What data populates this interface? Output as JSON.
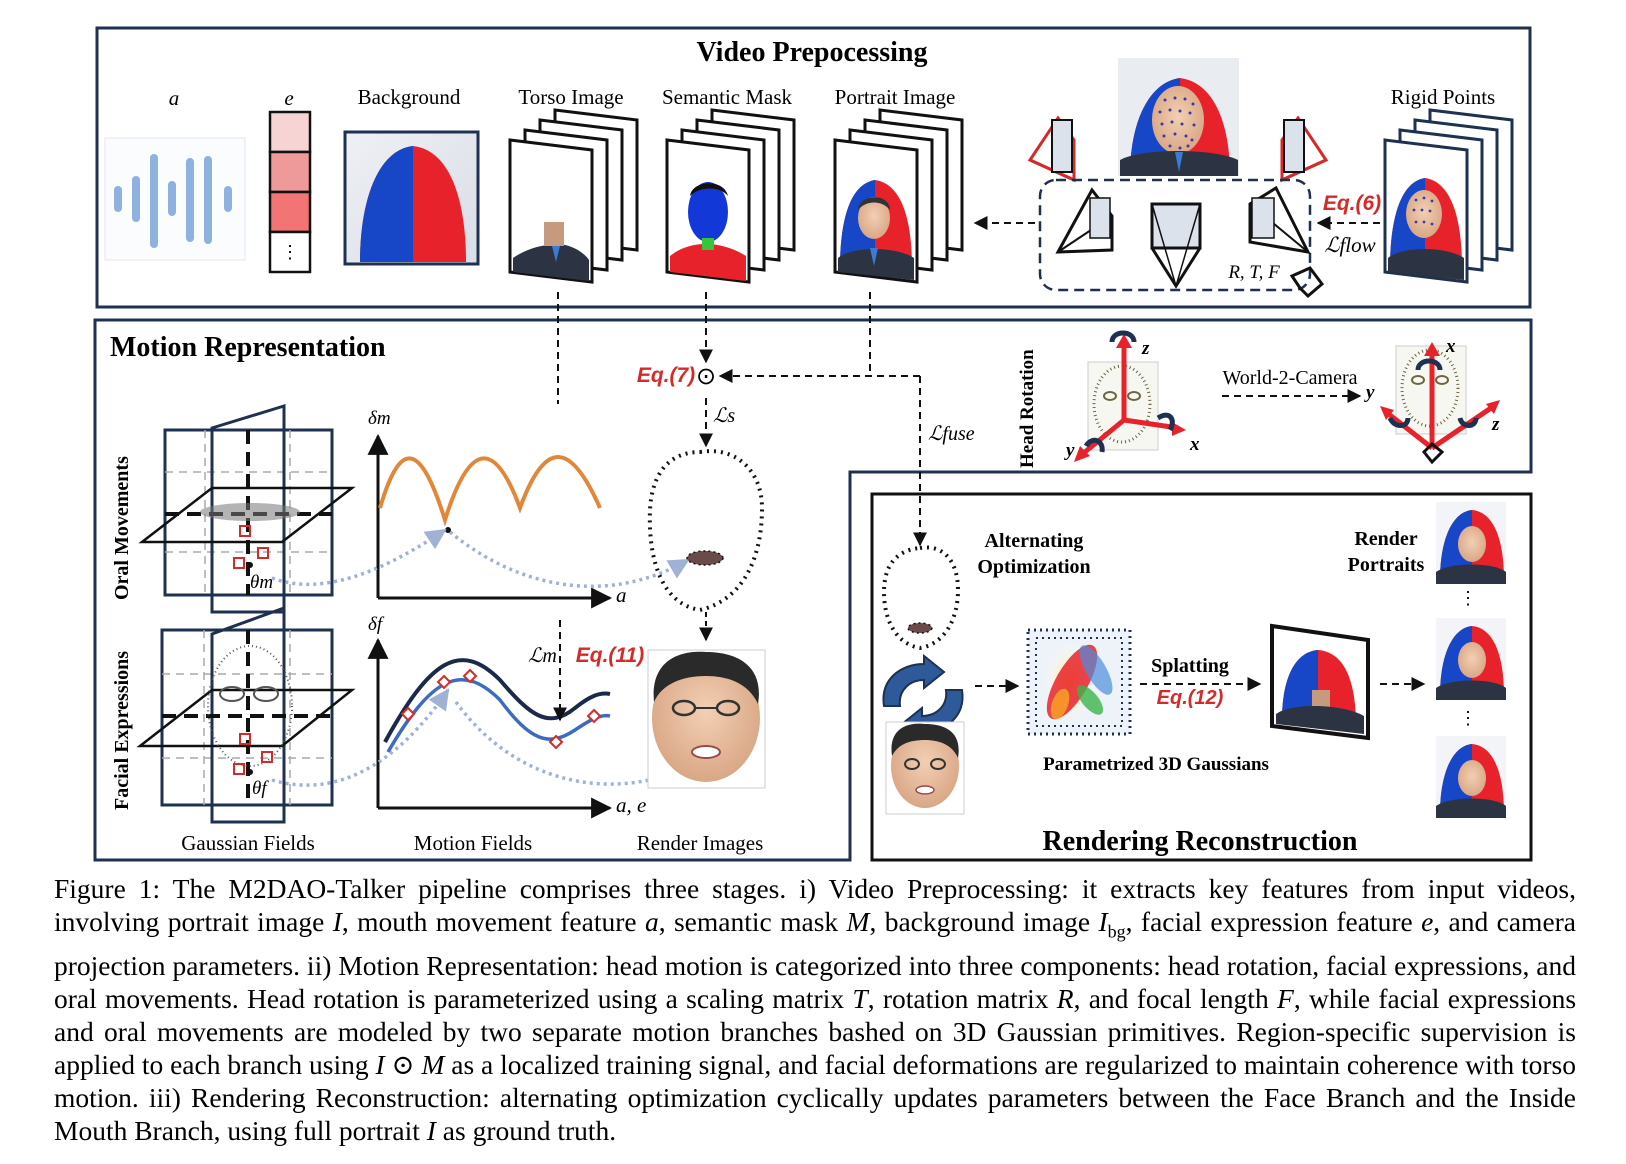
{
  "figure": {
    "video_prepocessing": {
      "title": "Video Prepocessing",
      "labels": {
        "a": "a",
        "e": "e",
        "background": "Background",
        "torso": "Torso Image",
        "semantic_mask": "Semantic Mask",
        "portrait": "Portrait Image",
        "rigid_points": "Rigid Points"
      },
      "embedding_dots": "⋮",
      "eq6": "Eq.(6)",
      "l_flow": "ℒflow",
      "rtf": "R, T, F"
    },
    "motion_representation": {
      "title": "Motion Representation",
      "oral_movements": "Oral Movements",
      "facial_expressions": "Facial Expressions",
      "theta_m": "θm",
      "theta_f": "θf",
      "delta_m": "δm",
      "delta_f": "δf",
      "axis_a": "a",
      "axis_ae": "a, e",
      "eq7": "Eq.(7)",
      "odot": "⊙",
      "l_s": "ℒs",
      "l_fuse": "ℒfuse",
      "l_m": "ℒm",
      "eq11": "Eq.(11)",
      "gaussian_fields": "Gaussian Fields",
      "motion_fields": "Motion Fields",
      "render_images": "Render Images",
      "head_rotation": "Head Rotation",
      "world2camera": "World-2-Camera",
      "axes": {
        "x": "x",
        "y": "y",
        "z": "z"
      }
    },
    "rendering_reconstruction": {
      "title": "Rendering Reconstruction",
      "alternating_line1": "Alternating",
      "alternating_line2": "Optimization",
      "splatting": "Splatting",
      "eq12": "Eq.(12)",
      "param_gaussians": "Parametrized 3D Gaussians",
      "render_portraits_line1": "Render",
      "render_portraits_line2": "Portraits",
      "vdots": "⋮"
    },
    "colors": {
      "frame": "#1f3150",
      "accent_red": "#d42a2a",
      "audio_blue": "#8fb1e0",
      "mask_blue": "#1238d8",
      "mask_red": "#e8222a",
      "orange_curve": "#e0873a",
      "navy_curve": "#1b2a4a",
      "blue_curve": "#3d6bc0"
    }
  },
  "caption": {
    "figure_label": "Figure 1:",
    "segments": [
      {
        "t": " The M2DAO-Talker pipeline comprises three stages. i) Video Preprocessing: it extracts key features from input videos, involving portrait image ",
        "m": false
      },
      {
        "t": "I",
        "m": true
      },
      {
        "t": ", mouth movement feature ",
        "m": false
      },
      {
        "t": "a",
        "m": true
      },
      {
        "t": ", semantic mask ",
        "m": false
      },
      {
        "t": "M",
        "m": true
      },
      {
        "t": ", background image ",
        "m": false
      },
      {
        "t": "I",
        "m": true
      },
      {
        "t": "bg",
        "m": false,
        "sub": true
      },
      {
        "t": ", facial expression feature ",
        "m": false
      },
      {
        "t": "e",
        "m": true
      },
      {
        "t": ", and camera projection parameters. ii) Motion Representation: head motion is categorized into three components: head rotation, facial expressions, and oral movements. Head rotation is parameterized using a scaling matrix ",
        "m": false
      },
      {
        "t": "T",
        "m": true
      },
      {
        "t": ", rotation matrix ",
        "m": false
      },
      {
        "t": "R",
        "m": true
      },
      {
        "t": ", and focal length ",
        "m": false
      },
      {
        "t": "F",
        "m": true
      },
      {
        "t": ", while facial expressions and oral movements are modeled by two separate motion branches bashed on 3D Gaussian primitives. Region-specific supervision is applied to each branch using ",
        "m": false
      },
      {
        "t": "I ⊙ M",
        "m": true
      },
      {
        "t": " as a localized training signal, and facial deformations are regularized to maintain coherence with torso motion. iii) Rendering Reconstruction: alternating optimization cyclically updates parameters between the Face Branch and the Inside Mouth Branch, using full portrait ",
        "m": false
      },
      {
        "t": "I",
        "m": true
      },
      {
        "t": " as ground truth.",
        "m": false
      }
    ]
  }
}
